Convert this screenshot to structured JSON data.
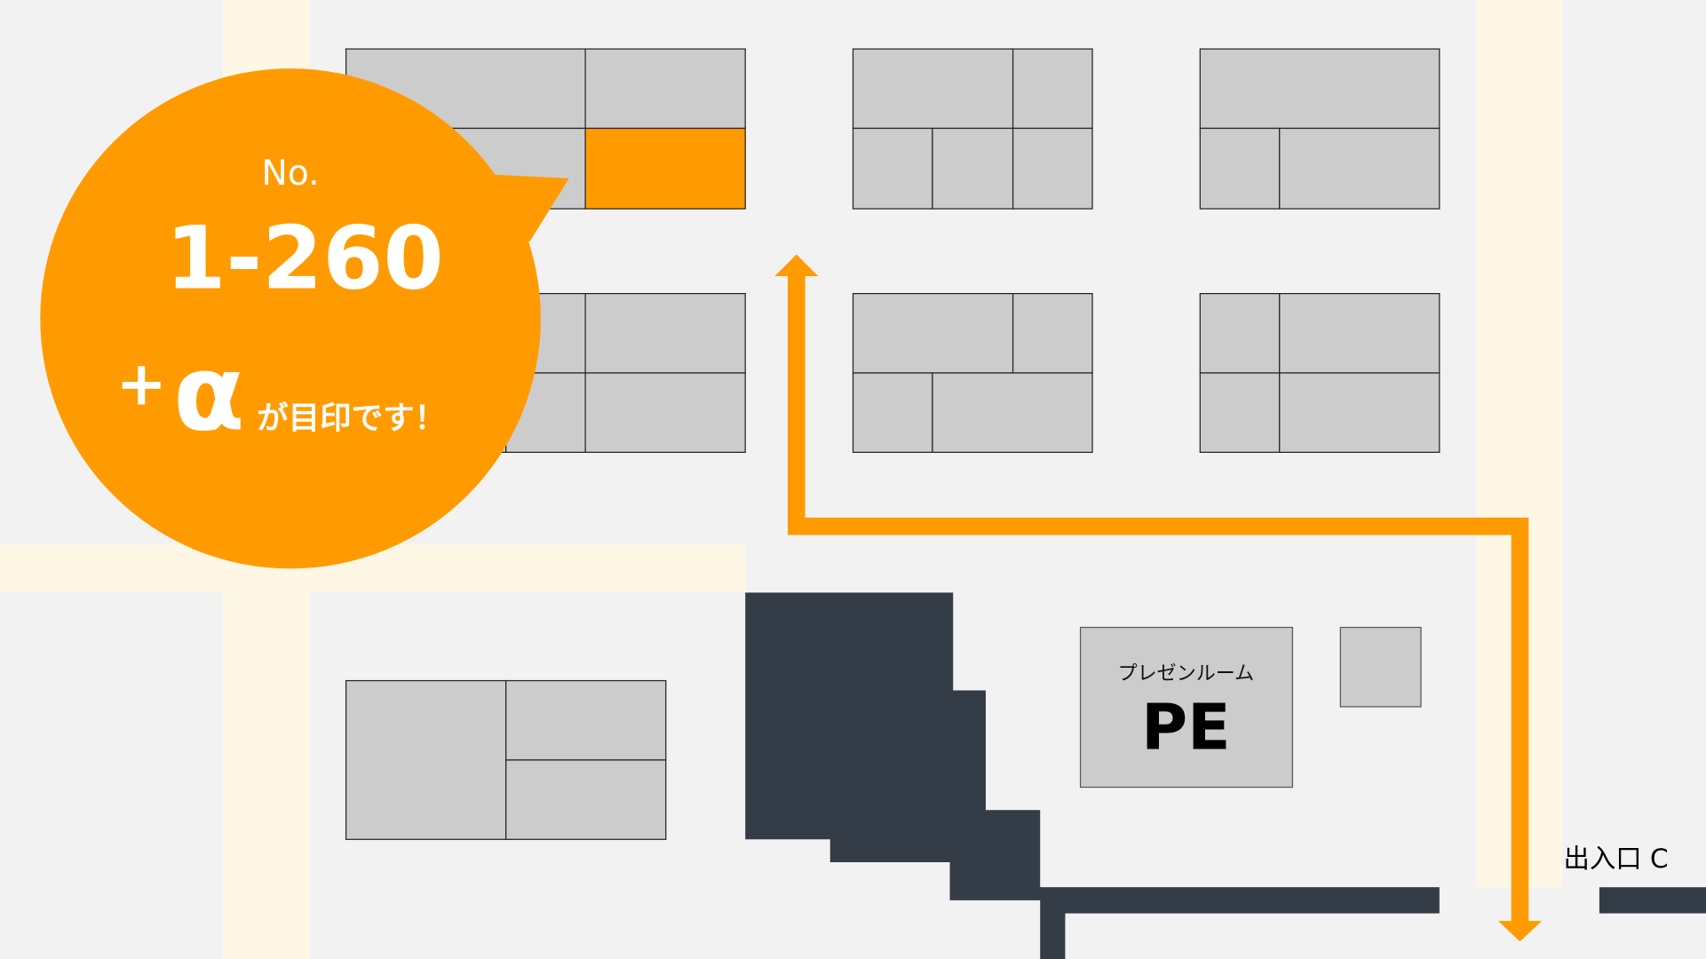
{
  "colors": {
    "accent": "#ff9b00",
    "wall": "#333c47",
    "booth": "#cccccc",
    "road": "#fff7e6",
    "floor": "#f2f2f2"
  },
  "callout": {
    "prefix": "No.",
    "number": "1-260",
    "plus": "+",
    "alpha": "α",
    "suffix": "が目印です！"
  },
  "rooms": {
    "presentation_label": "プレゼンルーム",
    "presentation_code": "PE"
  },
  "entrance": {
    "label": "出入口 C"
  }
}
